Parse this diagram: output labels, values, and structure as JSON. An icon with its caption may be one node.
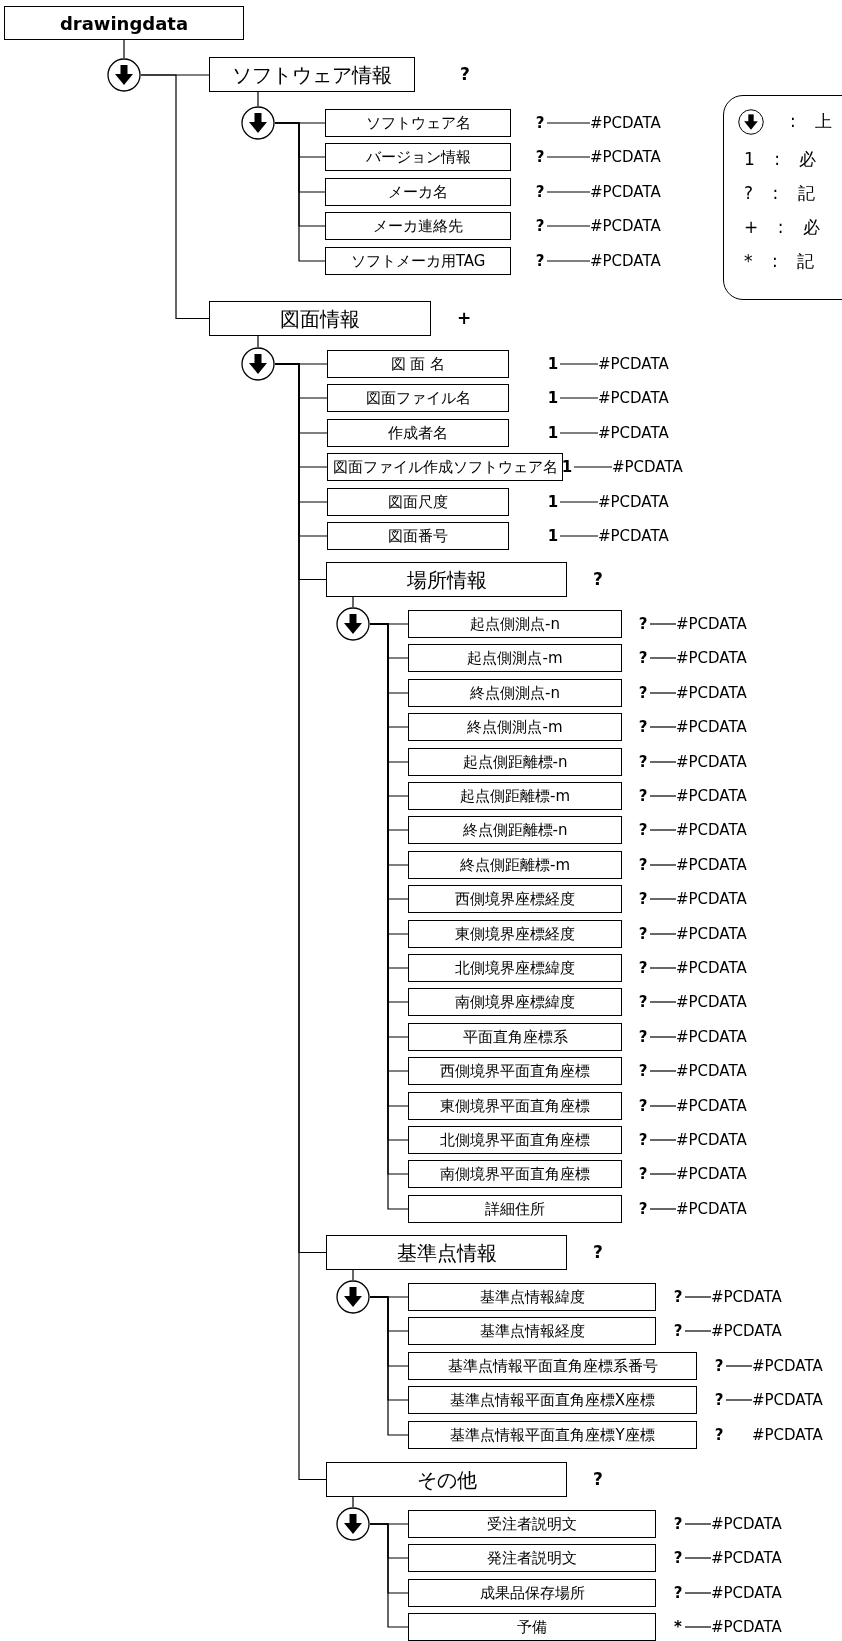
{
  "diagram": {
    "nodes": [
      {
        "text": [
          "drawingdata"
        ]
      },
      {
        "text": [],
        "shape": "circle"
      },
      {
        "text": [
          "ソフトウェア情報"
        ],
        "beside": [
          "?"
        ]
      },
      {
        "text": [],
        "shape": "circle"
      },
      {
        "text": [
          "ソフトウェア名"
        ]
      },
      {
        "text": [
          "?"
        ]
      },
      {
        "text": [
          "#PCDATA"
        ]
      },
      {
        "text": [
          "バージョン情報"
        ]
      },
      {
        "text": [
          "?"
        ]
      },
      {
        "text": [
          "#PCDATA"
        ]
      },
      {
        "text": [
          "メーカ名"
        ]
      },
      {
        "text": [
          "?"
        ]
      },
      {
        "text": [
          "#PCDATA"
        ]
      },
      {
        "text": [
          "メーカ連絡先"
        ]
      },
      {
        "text": [
          "?"
        ]
      },
      {
        "text": [
          "#PCDATA"
        ]
      },
      {
        "text": [
          "ソフトメーカ用TAG"
        ]
      },
      {
        "text": [
          "?"
        ]
      },
      {
        "text": [
          "#PCDATA"
        ]
      },
      {
        "text": [
          "図面情報"
        ],
        "beside": [
          "+"
        ]
      },
      {
        "text": [],
        "shape": "circle"
      },
      {
        "text": [
          "図 面 名"
        ]
      },
      {
        "text": [
          "1"
        ]
      },
      {
        "text": [
          "#PCDATA"
        ]
      },
      {
        "text": [
          "図面ファイル名"
        ]
      },
      {
        "text": [
          "1"
        ]
      },
      {
        "text": [
          "#PCDATA"
        ]
      },
      {
        "text": [
          "作成者名"
        ]
      },
      {
        "text": [
          "1"
        ]
      },
      {
        "text": [
          "#PCDATA"
        ]
      },
      {
        "text": [
          "図面ファイル作成ソフトウェア名"
        ]
      },
      {
        "text": [
          "1"
        ]
      },
      {
        "text": [
          "#PCDATA"
        ]
      },
      {
        "text": [
          "図面尺度"
        ]
      },
      {
        "text": [
          "1"
        ]
      },
      {
        "text": [
          "#PCDATA"
        ]
      },
      {
        "text": [
          "図面番号"
        ]
      },
      {
        "text": [
          "1"
        ]
      },
      {
        "text": [
          "#PCDATA"
        ]
      },
      {
        "text": [
          "場所情報"
        ],
        "beside": [
          "?"
        ]
      },
      {
        "text": [],
        "shape": "circle"
      },
      {
        "text": [
          "起点側測点-n"
        ]
      },
      {
        "text": [
          "?"
        ]
      },
      {
        "text": [
          "#PCDATA"
        ]
      },
      {
        "text": [
          "起点側測点-m"
        ]
      },
      {
        "text": [
          "?"
        ]
      },
      {
        "text": [
          "#PCDATA"
        ]
      },
      {
        "text": [
          "終点側測点-n"
        ]
      },
      {
        "text": [
          "?"
        ]
      },
      {
        "text": [
          "#PCDATA"
        ]
      },
      {
        "text": [
          "終点側測点-m"
        ]
      },
      {
        "text": [
          "?"
        ]
      },
      {
        "text": [
          "#PCDATA"
        ]
      },
      {
        "text": [
          "起点側距離標-n"
        ]
      },
      {
        "text": [
          "?"
        ]
      },
      {
        "text": [
          "#PCDATA"
        ]
      },
      {
        "text": [
          "起点側距離標-m"
        ]
      },
      {
        "text": [
          "?"
        ]
      },
      {
        "text": [
          "#PCDATA"
        ]
      },
      {
        "text": [
          "終点側距離標-n"
        ]
      },
      {
        "text": [
          "?"
        ]
      },
      {
        "text": [
          "#PCDATA"
        ]
      },
      {
        "text": [
          "終点側距離標-m"
        ]
      },
      {
        "text": [
          "?"
        ]
      },
      {
        "text": [
          "#PCDATA"
        ]
      },
      {
        "text": [
          "西側境界座標経度"
        ]
      },
      {
        "text": [
          "?"
        ]
      },
      {
        "text": [
          "#PCDATA"
        ]
      },
      {
        "text": [
          "東側境界座標経度"
        ]
      },
      {
        "text": [
          "?"
        ]
      },
      {
        "text": [
          "#PCDATA"
        ]
      },
      {
        "text": [
          "北側境界座標緯度"
        ]
      },
      {
        "text": [
          "?"
        ]
      },
      {
        "text": [
          "#PCDATA"
        ]
      },
      {
        "text": [
          "南側境界座標緯度"
        ]
      },
      {
        "text": [
          "?"
        ]
      },
      {
        "text": [
          "#PCDATA"
        ]
      },
      {
        "text": [
          "平面直角座標系"
        ]
      },
      {
        "text": [
          "?"
        ]
      },
      {
        "text": [
          "#PCDATA"
        ]
      },
      {
        "text": [
          "西側境界平面直角座標"
        ]
      },
      {
        "text": [
          "?"
        ]
      },
      {
        "text": [
          "#PCDATA"
        ]
      },
      {
        "text": [
          "東側境界平面直角座標"
        ]
      },
      {
        "text": [
          "?"
        ]
      },
      {
        "text": [
          "#PCDATA"
        ]
      },
      {
        "text": [
          "北側境界平面直角座標"
        ]
      },
      {
        "text": [
          "?"
        ]
      },
      {
        "text": [
          "#PCDATA"
        ]
      },
      {
        "text": [
          "南側境界平面直角座標"
        ]
      },
      {
        "text": [
          "?"
        ]
      },
      {
        "text": [
          "#PCDATA"
        ]
      },
      {
        "text": [
          "詳細住所"
        ]
      },
      {
        "text": [
          "?"
        ]
      },
      {
        "text": [
          "#PCDATA"
        ]
      },
      {
        "text": [
          "基準点情報"
        ],
        "beside": [
          "?"
        ]
      },
      {
        "text": [],
        "shape": "circle"
      },
      {
        "text": [
          "基準点情報緯度"
        ]
      },
      {
        "text": [
          "?"
        ]
      },
      {
        "text": [
          "#PCDATA"
        ]
      },
      {
        "text": [
          "基準点情報経度"
        ]
      },
      {
        "text": [
          "?"
        ]
      },
      {
        "text": [
          "#PCDATA"
        ]
      },
      {
        "text": [
          "基準点情報平面直角座標系番号"
        ]
      },
      {
        "text": [
          "?"
        ]
      },
      {
        "text": [
          "#PCDATA"
        ]
      },
      {
        "text": [
          "基準点情報平面直角座標X座標"
        ]
      },
      {
        "text": [
          "?"
        ]
      },
      {
        "text": [
          "#PCDATA"
        ]
      },
      {
        "text": [
          "基準点情報平面直角座標Y座標"
        ]
      },
      {
        "text": [
          "?"
        ]
      },
      {
        "text": [
          "#PCDATA"
        ]
      },
      {
        "text": [
          "その他"
        ],
        "beside": [
          "?"
        ]
      },
      {
        "text": [],
        "shape": "circle"
      },
      {
        "text": [
          "受注者説明文"
        ]
      },
      {
        "text": [
          "?"
        ]
      },
      {
        "text": [
          "#PCDATA"
        ]
      },
      {
        "text": [
          "発注者説明文"
        ]
      },
      {
        "text": [
          "?"
        ]
      },
      {
        "text": [
          "#PCDATA"
        ]
      },
      {
        "text": [
          "成果品保存場所"
        ]
      },
      {
        "text": [
          "?"
        ]
      },
      {
        "text": [
          "#PCDATA"
        ]
      },
      {
        "text": [
          "予備"
        ]
      },
      {
        "text": [
          "*"
        ]
      },
      {
        "text": [
          "#PCDATA"
        ]
      },
      {
        "text": [
          ": 上",
          "1 : 必",
          "? : 記",
          "+ : 必",
          "* : 記"
        ]
      }
    ],
    "edges": [
      {
        "from": 0,
        "to": 1,
        "arrow": "none"
      },
      {
        "from": 1,
        "to": 2,
        "arrow": "none"
      },
      {
        "from": 1,
        "to": 19,
        "arrow": "none"
      },
      {
        "from": 2,
        "to": 3,
        "arrow": "none"
      },
      {
        "from": 3,
        "to": 4,
        "arrow": "none"
      },
      {
        "from": 5,
        "to": 6,
        "arrow": "none"
      },
      {
        "from": 3,
        "to": 7,
        "arrow": "none"
      },
      {
        "from": 8,
        "to": 9,
        "arrow": "none"
      },
      {
        "from": 3,
        "to": 10,
        "arrow": "none"
      },
      {
        "from": 11,
        "to": 12,
        "arrow": "none"
      },
      {
        "from": 3,
        "to": 13,
        "arrow": "none"
      },
      {
        "from": 14,
        "to": 15,
        "arrow": "none"
      },
      {
        "from": 3,
        "to": 16,
        "arrow": "none"
      },
      {
        "from": 17,
        "to": 18,
        "arrow": "none"
      },
      {
        "from": 19,
        "to": 20,
        "arrow": "none"
      },
      {
        "from": 20,
        "to": 21,
        "arrow": "none"
      },
      {
        "from": 22,
        "to": 23,
        "arrow": "none"
      },
      {
        "from": 20,
        "to": 24,
        "arrow": "none"
      },
      {
        "from": 25,
        "to": 26,
        "arrow": "none"
      },
      {
        "from": 20,
        "to": 27,
        "arrow": "none"
      },
      {
        "from": 28,
        "to": 29,
        "arrow": "none"
      },
      {
        "from": 20,
        "to": 30,
        "arrow": "none"
      },
      {
        "from": 31,
        "to": 32,
        "arrow": "none"
      },
      {
        "from": 20,
        "to": 33,
        "arrow": "none"
      },
      {
        "from": 34,
        "to": 35,
        "arrow": "none"
      },
      {
        "from": 20,
        "to": 36,
        "arrow": "none"
      },
      {
        "from": 37,
        "to": 38,
        "arrow": "none"
      },
      {
        "from": 20,
        "to": 39,
        "arrow": "none"
      },
      {
        "from": 39,
        "to": 40,
        "arrow": "none"
      },
      {
        "from": 40,
        "to": 41,
        "arrow": "none"
      },
      {
        "from": 42,
        "to": 43,
        "arrow": "none"
      },
      {
        "from": 40,
        "to": 44,
        "arrow": "none"
      },
      {
        "from": 45,
        "to": 46,
        "arrow": "none"
      },
      {
        "from": 40,
        "to": 47,
        "arrow": "none"
      },
      {
        "from": 48,
        "to": 49,
        "arrow": "none"
      },
      {
        "from": 40,
        "to": 50,
        "arrow": "none"
      },
      {
        "from": 51,
        "to": 52,
        "arrow": "none"
      },
      {
        "from": 40,
        "to": 53,
        "arrow": "none"
      },
      {
        "from": 54,
        "to": 55,
        "arrow": "none"
      },
      {
        "from": 40,
        "to": 56,
        "arrow": "none"
      },
      {
        "from": 57,
        "to": 58,
        "arrow": "none"
      },
      {
        "from": 40,
        "to": 59,
        "arrow": "none"
      },
      {
        "from": 60,
        "to": 61,
        "arrow": "none"
      },
      {
        "from": 40,
        "to": 62,
        "arrow": "none"
      },
      {
        "from": 63,
        "to": 64,
        "arrow": "none"
      },
      {
        "from": 40,
        "to": 65,
        "arrow": "none"
      },
      {
        "from": 66,
        "to": 67,
        "arrow": "none"
      },
      {
        "from": 40,
        "to": 68,
        "arrow": "none"
      },
      {
        "from": 69,
        "to": 70,
        "arrow": "none"
      },
      {
        "from": 40,
        "to": 71,
        "arrow": "none"
      },
      {
        "from": 72,
        "to": 73,
        "arrow": "none"
      },
      {
        "from": 40,
        "to": 74,
        "arrow": "none"
      },
      {
        "from": 75,
        "to": 76,
        "arrow": "none"
      },
      {
        "from": 40,
        "to": 77,
        "arrow": "none"
      },
      {
        "from": 78,
        "to": 79,
        "arrow": "none"
      },
      {
        "from": 40,
        "to": 80,
        "arrow": "none"
      },
      {
        "from": 81,
        "to": 82,
        "arrow": "none"
      },
      {
        "from": 40,
        "to": 83,
        "arrow": "none"
      },
      {
        "from": 84,
        "to": 85,
        "arrow": "none"
      },
      {
        "from": 40,
        "to": 86,
        "arrow": "none"
      },
      {
        "from": 87,
        "to": 88,
        "arrow": "none"
      },
      {
        "from": 40,
        "to": 89,
        "arrow": "none"
      },
      {
        "from": 90,
        "to": 91,
        "arrow": "none"
      },
      {
        "from": 40,
        "to": 92,
        "arrow": "none"
      },
      {
        "from": 93,
        "to": 94,
        "arrow": "none"
      },
      {
        "from": 20,
        "to": 95,
        "arrow": "none"
      },
      {
        "from": 95,
        "to": 96,
        "arrow": "none"
      },
      {
        "from": 96,
        "to": 97,
        "arrow": "none"
      },
      {
        "from": 98,
        "to": 99,
        "arrow": "none"
      },
      {
        "from": 96,
        "to": 100,
        "arrow": "none"
      },
      {
        "from": 101,
        "to": 102,
        "arrow": "none"
      },
      {
        "from": 96,
        "to": 103,
        "arrow": "none"
      },
      {
        "from": 104,
        "to": 105,
        "arrow": "none"
      },
      {
        "from": 96,
        "to": 106,
        "arrow": "none"
      },
      {
        "from": 107,
        "to": 108,
        "arrow": "none"
      },
      {
        "from": 96,
        "to": 109,
        "arrow": "none"
      },
      {
        "from": 20,
        "to": 112,
        "arrow": "none"
      },
      {
        "from": 112,
        "to": 113,
        "arrow": "none"
      },
      {
        "from": 113,
        "to": 114,
        "arrow": "none"
      },
      {
        "from": 115,
        "to": 116,
        "arrow": "none"
      },
      {
        "from": 113,
        "to": 117,
        "arrow": "none"
      },
      {
        "from": 118,
        "to": 119,
        "arrow": "none"
      },
      {
        "from": 113,
        "to": 120,
        "arrow": "none"
      },
      {
        "from": 121,
        "to": 122,
        "arrow": "none"
      },
      {
        "from": 113,
        "to": 123,
        "arrow": "none"
      },
      {
        "from": 124,
        "to": 125,
        "arrow": "none"
      }
    ]
  }
}
